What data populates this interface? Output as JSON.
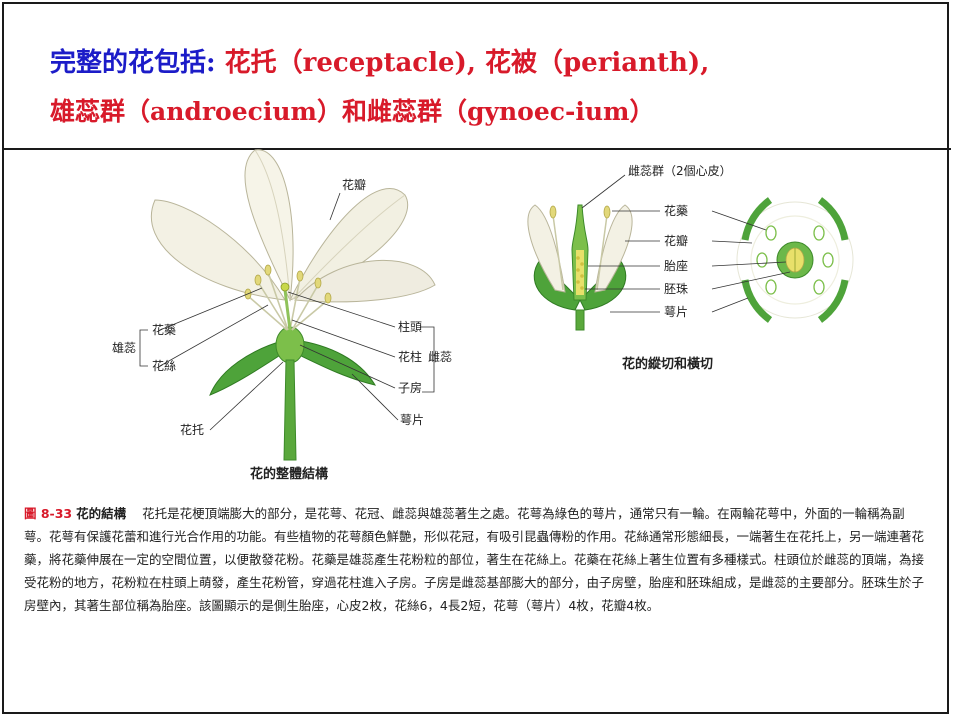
{
  "title": {
    "line1_prefix": "完整的花包括:",
    "line1_rest": " 花托（receptacle), 花被（perianth),",
    "line2": "雄蕊群（androecium）和雌蕊群（gynoec-ium）"
  },
  "colors": {
    "title_blue": "#1c1cc8",
    "title_red": "#d81a2a",
    "leaf_green": "#3c9a2c"
  },
  "left_figure": {
    "caption": "花的整體結構",
    "labels": {
      "petal": "花瓣",
      "anther": "花藥",
      "stamen": "雄蕊",
      "filament": "花絲",
      "stigma": "柱頭",
      "style": "花柱",
      "pistil": "雌蕊",
      "ovary": "子房",
      "receptacle": "花托",
      "sepal": "萼片"
    }
  },
  "right_figure": {
    "caption": "花的縱切和橫切",
    "labels": {
      "pistil_group": "雌蕊群（2個心皮）",
      "anther": "花藥",
      "petal": "花瓣",
      "placenta": "胎座",
      "ovule": "胚珠",
      "sepal": "萼片"
    }
  },
  "description": {
    "figure_number": "圖 8-33",
    "figure_title": "花的結構",
    "text": "花托是花梗頂端膨大的部分，是花萼、花冠、雌蕊與雄蕊著生之處。花萼為綠色的萼片，通常只有一輪。在兩輪花萼中，外面的一輪稱為副萼。花萼有保護花蕾和進行光合作用的功能。有些植物的花萼顏色鮮艷，形似花冠，有吸引昆蟲傳粉的作用。花絲通常形態細長，一端著生在花托上，另一端連著花藥，將花藥伸展在一定的空間位置，以便散發花粉。花藥是雄蕊產生花粉粒的部位，著生在花絲上。花藥在花絲上著生位置有多種樣式。柱頭位於雌蕊的頂端，為接受花粉的地方，花粉粒在柱頭上萌發，產生花粉管，穿過花柱進入子房。子房是雌蕊基部膨大的部分，由子房壁，胎座和胚珠組成，是雌蕊的主要部分。胚珠生於子房壁內，其著生部位稱為胎座。該圖顯示的是側生胎座，心皮2枚，花絲6，4長2短，花萼（萼片）4枚，花瓣4枚。"
  }
}
